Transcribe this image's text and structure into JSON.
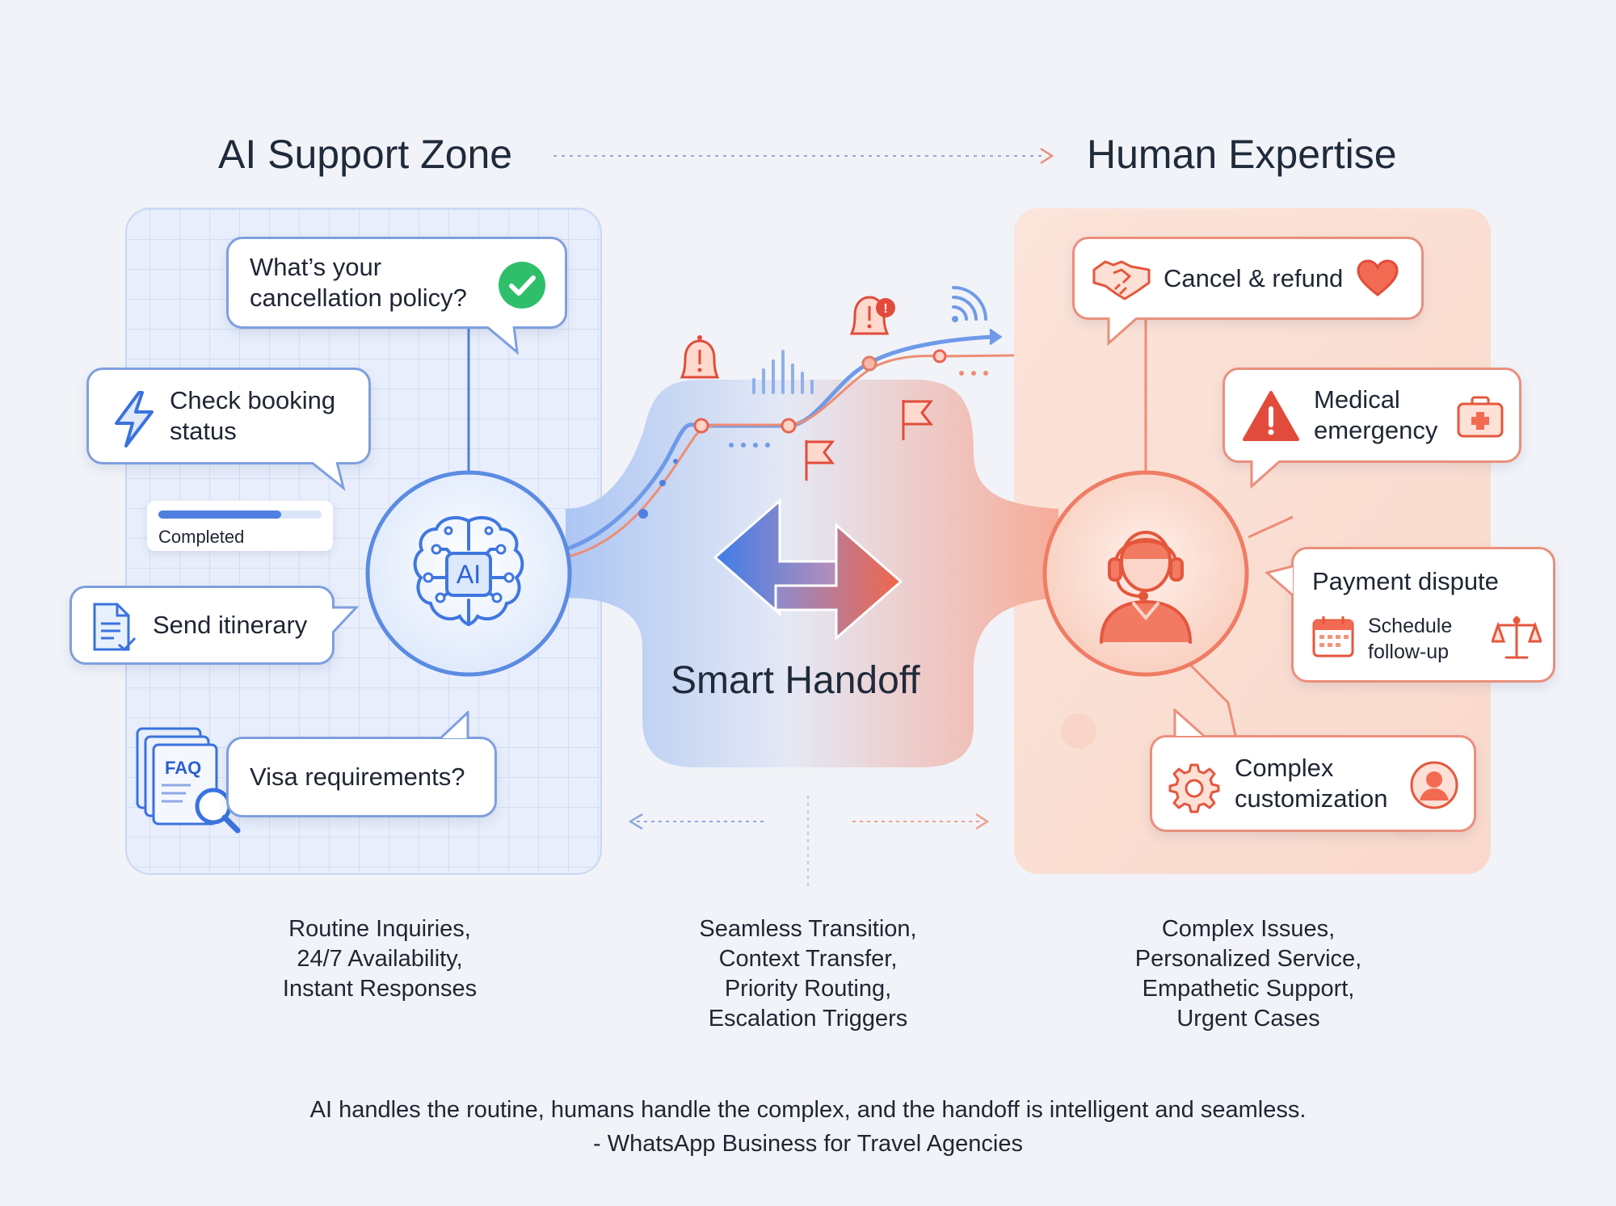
{
  "headings": {
    "ai_zone": "AI Support Zone",
    "human_zone": "Human Expertise",
    "center": "Smart Handoff"
  },
  "ai_bubbles": {
    "cancellation": "What’s your cancellation policy?",
    "booking": "Check booking status",
    "progress_label": "Completed",
    "itinerary": "Send itinerary",
    "visa": "Visa requirements?",
    "faq_badge": "FAQ",
    "brain_label": "AI"
  },
  "progress": {
    "fraction": 0.75
  },
  "human_bubbles": {
    "refund": "Cancel & refund",
    "medical": "Medical emergency",
    "payment": "Payment dispute",
    "schedule": "Schedule follow-up",
    "custom": "Complex customization"
  },
  "captions": {
    "ai": [
      "Routine Inquiries,",
      "24/7 Availability,",
      "Instant Responses"
    ],
    "center": [
      "Seamless Transition,",
      "Context Transfer,",
      "Priority Routing,",
      "Escalation Triggers"
    ],
    "human": [
      "Complex Issues,",
      "Personalized Service,",
      "Empathetic Support,",
      "Urgent Cases"
    ]
  },
  "quote": {
    "line1": "AI handles the routine, humans handle the complex, and the handoff is intelligent and seamless.",
    "line2": "- WhatsApp Business for Travel Agencies"
  },
  "colors": {
    "ai_blue": "#4f7fe0",
    "human_coral": "#ef6f55",
    "check_green": "#2fbf6a",
    "alert_red": "#e24b3b"
  },
  "icons": [
    "check-icon",
    "lightning-icon",
    "document-icon",
    "faq-search-icon",
    "ai-brain-icon",
    "handshake-icon",
    "heart-icon",
    "warning-icon",
    "first-aid-icon",
    "calendar-icon",
    "scales-icon",
    "gear-icon",
    "user-icon",
    "headset-agent-icon",
    "bell-icon",
    "flag-icon",
    "wifi-icon",
    "swap-arrows-icon"
  ]
}
